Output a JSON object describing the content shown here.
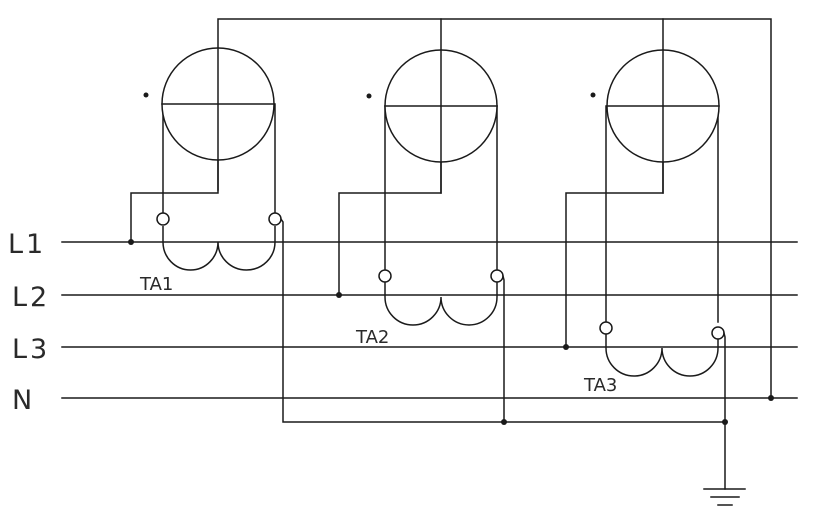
{
  "diagram": {
    "lines": {
      "l1": "L1",
      "l2": "L2",
      "l3": "L3",
      "n": "N"
    },
    "transformers": {
      "ta1": "TA1",
      "ta2": "TA2",
      "ta3": "TA3"
    },
    "colors": {
      "wire": "#1a1a1a",
      "background": "#ffffff"
    }
  }
}
